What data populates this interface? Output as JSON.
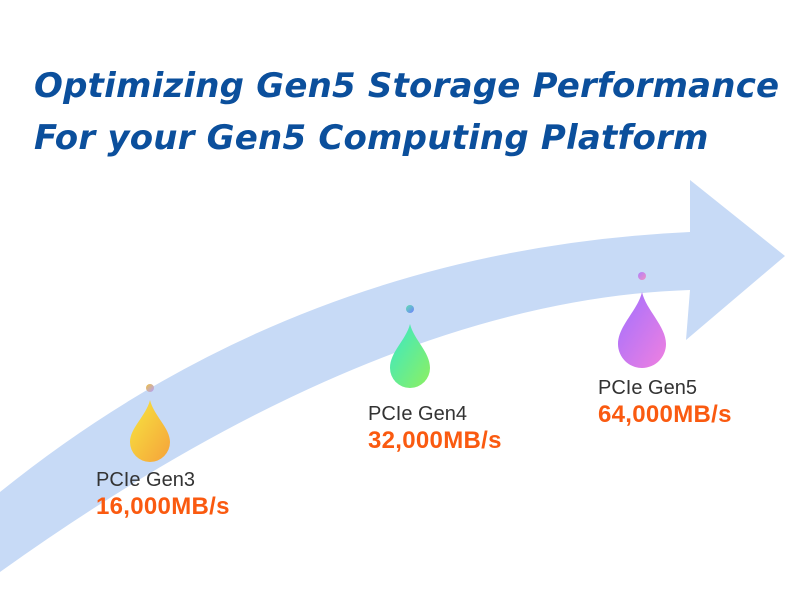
{
  "title": {
    "line1": "Optimizing Gen5 Storage Performance",
    "line2": "For your Gen5 Computing Platform"
  },
  "colors": {
    "title": "#0b4f9c",
    "speed": "#fa5a10",
    "arrow": "#c7daf6",
    "label": "#333333"
  },
  "stages": [
    {
      "label": "PCIe Gen3",
      "speed": "16,000MB/s",
      "drop_gradient": [
        "#f6e640",
        "#f6a23a"
      ],
      "dot_gradient": [
        "#f0c040",
        "#b0a0ff"
      ]
    },
    {
      "label": "PCIe Gen4",
      "speed": "32,000MB/s",
      "drop_gradient": [
        "#38e8c8",
        "#8ef060"
      ],
      "dot_gradient": [
        "#60e0b0",
        "#7080ff"
      ]
    },
    {
      "label": "PCIe Gen5",
      "speed": "64,000MB/s",
      "drop_gradient": [
        "#a070ff",
        "#f080e0"
      ],
      "dot_gradient": [
        "#b080ff",
        "#f090c0"
      ]
    }
  ]
}
